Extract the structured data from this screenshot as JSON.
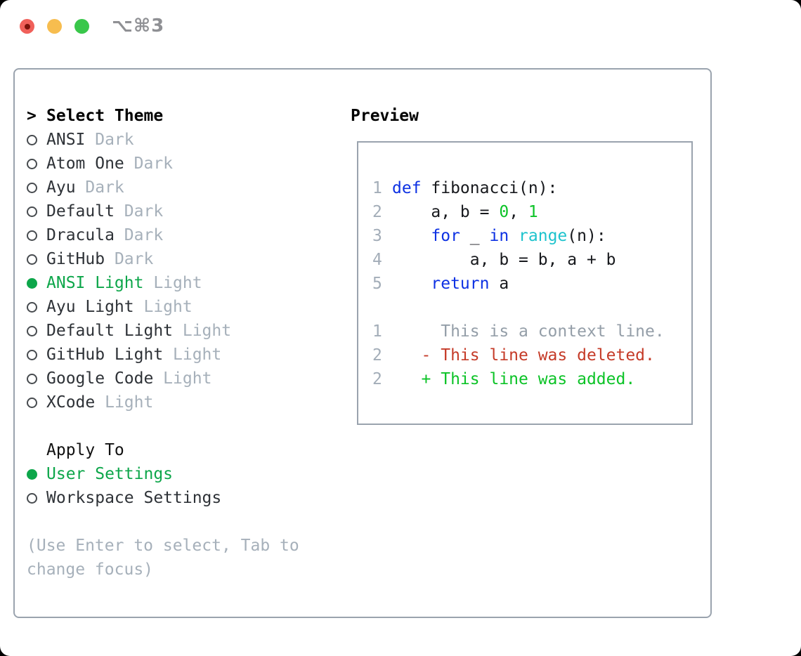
{
  "window": {
    "title": "⌥⌘3",
    "traffic_lights": [
      "close-button",
      "minimize-button",
      "zoom-button"
    ]
  },
  "palette": {
    "panel_border": "#9aa3ae",
    "title_gray": "#8f9094",
    "item_text": "#2e3237",
    "variant_muted": "#a6b0ba",
    "hint_muted": "#a6b0ba",
    "selection_green": "#0da64a",
    "gutter_gray": "#a3adb8",
    "plain": "#17191d",
    "keyword": "#0d31e3",
    "function": "#1ec3cd",
    "number": "#0cc327",
    "added": "#0cc327",
    "deleted": "#c53b28",
    "context": "#949ea8",
    "traffic_red": "#f0605a",
    "traffic_yellow": "#f7bd4f",
    "traffic_green": "#39c74a"
  },
  "theme_picker": {
    "cursor": ">",
    "title": "Select Theme",
    "items": [
      {
        "name": "ANSI",
        "variant": "Dark",
        "selected": false
      },
      {
        "name": "Atom One",
        "variant": "Dark",
        "selected": false
      },
      {
        "name": "Ayu",
        "variant": "Dark",
        "selected": false
      },
      {
        "name": "Default",
        "variant": "Dark",
        "selected": false
      },
      {
        "name": "Dracula",
        "variant": "Dark",
        "selected": false
      },
      {
        "name": "GitHub",
        "variant": "Dark",
        "selected": false
      },
      {
        "name": "ANSI Light",
        "variant": "Light",
        "selected": true
      },
      {
        "name": "Ayu Light",
        "variant": "Light",
        "selected": false
      },
      {
        "name": "Default Light",
        "variant": "Light",
        "selected": false
      },
      {
        "name": "GitHub Light",
        "variant": "Light",
        "selected": false
      },
      {
        "name": "Google Code",
        "variant": "Light",
        "selected": false
      },
      {
        "name": "XCode",
        "variant": "Light",
        "selected": false
      }
    ]
  },
  "apply_to": {
    "title": "Apply To",
    "options": [
      {
        "label": "User Settings",
        "selected": true
      },
      {
        "label": "Workspace Settings",
        "selected": false
      }
    ]
  },
  "hint": {
    "lines": [
      "(Use Enter to select, Tab to",
      "change focus)"
    ]
  },
  "preview": {
    "title": "Preview",
    "lines": [
      {
        "n": "1",
        "tokens": [
          [
            "def",
            "keyword"
          ],
          [
            " fibonacci(n):",
            "plain"
          ]
        ]
      },
      {
        "n": "2",
        "tokens": [
          [
            "    a, b = ",
            "plain"
          ],
          [
            "0",
            "number"
          ],
          [
            ", ",
            "plain"
          ],
          [
            "1",
            "number"
          ]
        ]
      },
      {
        "n": "3",
        "tokens": [
          [
            "    ",
            "plain"
          ],
          [
            "for",
            "keyword"
          ],
          [
            " _ ",
            "plain"
          ],
          [
            "in",
            "keyword"
          ],
          [
            " ",
            "plain"
          ],
          [
            "range",
            "function"
          ],
          [
            "(n):",
            "plain"
          ]
        ]
      },
      {
        "n": "4",
        "tokens": [
          [
            "        a, b = b, a + b",
            "plain"
          ]
        ]
      },
      {
        "n": "5",
        "tokens": [
          [
            "    ",
            "plain"
          ],
          [
            "return",
            "keyword"
          ],
          [
            " a",
            "plain"
          ]
        ]
      },
      {
        "n": "",
        "tokens": []
      },
      {
        "n": "1",
        "tokens": [
          [
            "     This is a context line.",
            "context"
          ]
        ]
      },
      {
        "n": "2",
        "tokens": [
          [
            "   - This line was deleted.",
            "deleted"
          ]
        ]
      },
      {
        "n": "2",
        "tokens": [
          [
            "   + This line was added.",
            "added"
          ]
        ]
      }
    ]
  }
}
